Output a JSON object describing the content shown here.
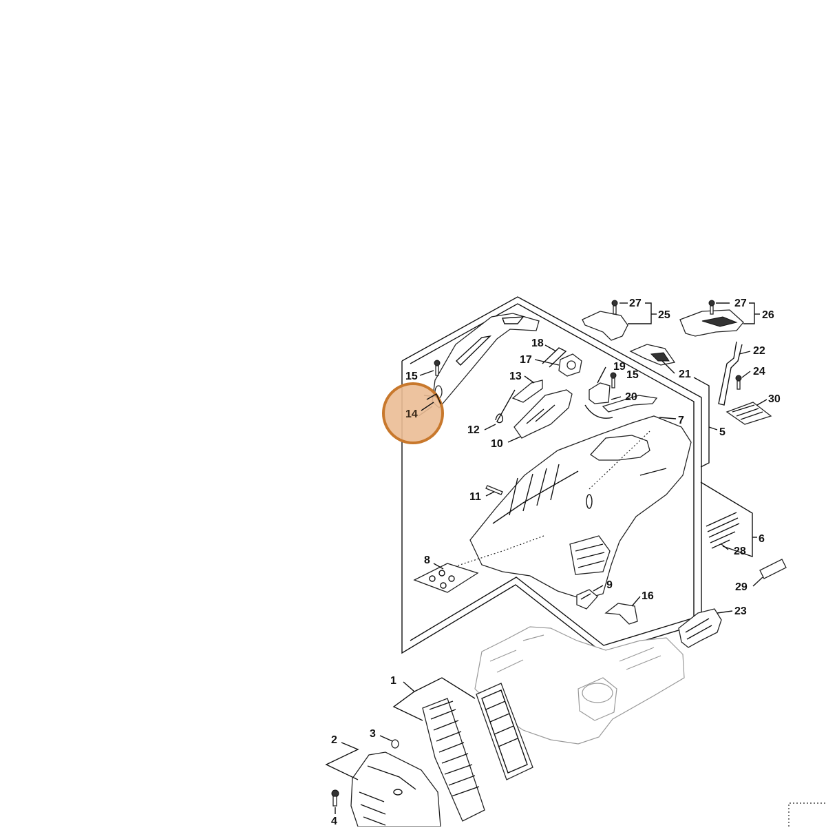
{
  "diagram": {
    "highlighted_callout": "14",
    "highlight_fill": "#ebbd95",
    "highlight_stroke": "#c8782c",
    "callouts": [
      {
        "id": "c1",
        "label": "1"
      },
      {
        "id": "c2",
        "label": "2"
      },
      {
        "id": "c3",
        "label": "3"
      },
      {
        "id": "c4",
        "label": "4"
      },
      {
        "id": "c5",
        "label": "5"
      },
      {
        "id": "c6",
        "label": "6"
      },
      {
        "id": "c7",
        "label": "7"
      },
      {
        "id": "c8",
        "label": "8"
      },
      {
        "id": "c9",
        "label": "9"
      },
      {
        "id": "c10",
        "label": "10"
      },
      {
        "id": "c11",
        "label": "11"
      },
      {
        "id": "c12",
        "label": "12"
      },
      {
        "id": "c13",
        "label": "13"
      },
      {
        "id": "c14",
        "label": "14"
      },
      {
        "id": "c15a",
        "label": "15"
      },
      {
        "id": "c15b",
        "label": "15"
      },
      {
        "id": "c16",
        "label": "16"
      },
      {
        "id": "c17",
        "label": "17"
      },
      {
        "id": "c18",
        "label": "18"
      },
      {
        "id": "c19",
        "label": "19"
      },
      {
        "id": "c20",
        "label": "20"
      },
      {
        "id": "c21",
        "label": "21"
      },
      {
        "id": "c22",
        "label": "22"
      },
      {
        "id": "c23",
        "label": "23"
      },
      {
        "id": "c24",
        "label": "24"
      },
      {
        "id": "c25",
        "label": "25"
      },
      {
        "id": "c26",
        "label": "26"
      },
      {
        "id": "c27a",
        "label": "27"
      },
      {
        "id": "c27b",
        "label": "27"
      },
      {
        "id": "c28",
        "label": "28"
      },
      {
        "id": "c29",
        "label": "29"
      },
      {
        "id": "c30",
        "label": "30"
      }
    ]
  }
}
